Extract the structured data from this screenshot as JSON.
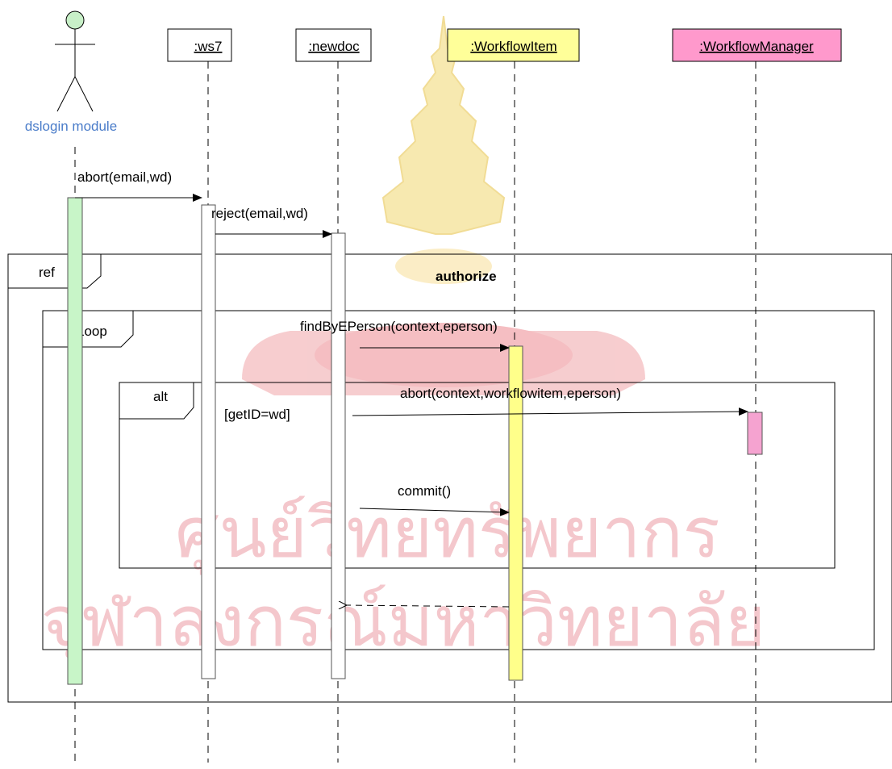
{
  "actor": {
    "name": "dslogin module",
    "color": "#4a7cc9",
    "fill": "#c8f0c8"
  },
  "lifelines": [
    {
      "id": "ws7",
      "label": ":ws7",
      "fill": "#ffffff"
    },
    {
      "id": "newdoc",
      "label": ":newdoc",
      "fill": "#ffffff"
    },
    {
      "id": "workflowitem",
      "label": ":WorkflowItem",
      "fill": "#ffff99"
    },
    {
      "id": "workflowmanager",
      "label": ":WorkflowManager",
      "fill": "#ff99cc"
    }
  ],
  "activation_colors": {
    "actor": "#c8f5c8",
    "ws7": "#ffffff",
    "newdoc": "#ffffff",
    "workflowitem": "#ffff8a",
    "workflowmanager": "#f5a3d0"
  },
  "messages": [
    {
      "id": "m1",
      "label": "abort(email,wd)",
      "type": "sync"
    },
    {
      "id": "m2",
      "label": "reject(email,wd)",
      "type": "sync"
    },
    {
      "id": "m3",
      "label": "findByEPerson(context,eperson)",
      "type": "sync"
    },
    {
      "id": "m4",
      "label": "abort(context,workflowitem,eperson)",
      "type": "sync"
    },
    {
      "id": "m5",
      "label": "commit()",
      "type": "sync"
    },
    {
      "id": "m6",
      "label": "",
      "type": "return"
    }
  ],
  "fragments": {
    "ref": {
      "operator": "ref",
      "name": "authorize"
    },
    "loop": {
      "operator": "Loop"
    },
    "alt": {
      "operator": "alt",
      "guard": "[getID=wd]"
    }
  },
  "watermark": {
    "line1": "ศูนย์วิทยทรัพยากร",
    "line2": "จุฬาลงกรณ์มหาวิทยาลัย",
    "color": "#f3c2c7"
  }
}
